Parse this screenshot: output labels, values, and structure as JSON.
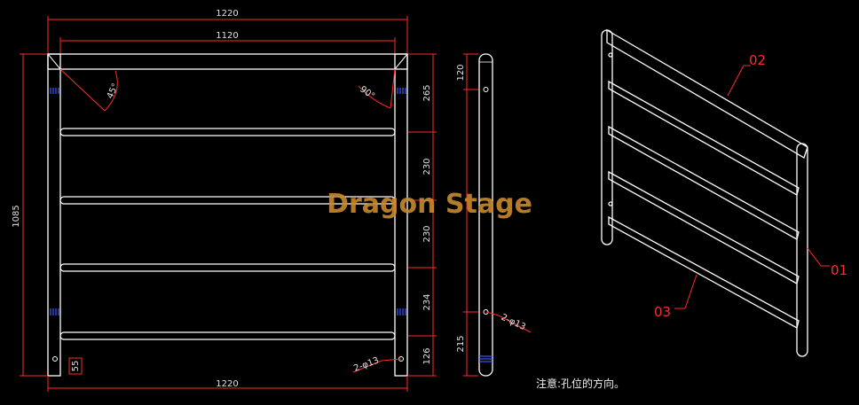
{
  "front_view": {
    "dim_overall_width_top": "1220",
    "dim_inner_width": "1120",
    "dim_overall_width_bottom": "1220",
    "dim_height": "1085",
    "angle_left": "45°",
    "angle_right": "90°",
    "corner_box": "55",
    "hole_note": "2-φ13",
    "right_spacings": [
      "265",
      "230",
      "230",
      "234",
      "126"
    ]
  },
  "side_view": {
    "spacings": [
      "120",
      "215"
    ],
    "hole_note": "2-φ13"
  },
  "iso_view": {
    "labels": [
      "02",
      "01",
      "03"
    ]
  },
  "watermark": "Dragon Stage",
  "note": "注意:孔位的方向。",
  "colors": {
    "background": "#000000",
    "outline": "#ffffff",
    "dimension": "#ff2a2a",
    "hole_mark": "#3a5bff",
    "watermark": "#c98a2b"
  }
}
